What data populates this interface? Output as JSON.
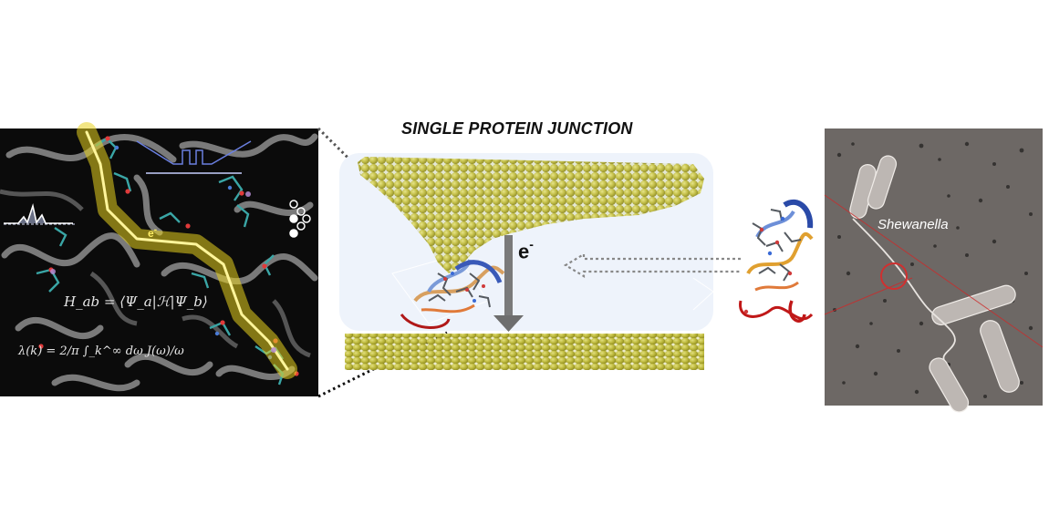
{
  "title": "SINGLE PROTEIN JUNCTION",
  "electron_label": "e",
  "electron_sup": "-",
  "left_panel": {
    "electron_label": "e",
    "electron_sup": "-",
    "equation_1": "H_ab = ⟨Ψ_a|ℋ|Ψ_b⟩",
    "equation_2": "λ(k) = 2/π ∫_k^∞ dω J(ω)/ω"
  },
  "bacteria_label": "Shewanella",
  "colors": {
    "gold_atoms": "#b8b43a",
    "gold_highlight": "#e6e27a",
    "junction_bg": "#eef3fb",
    "arrow_gray": "#7a7a7a",
    "wire_yellow": "#ffe94a",
    "red_circle": "#d03030"
  }
}
